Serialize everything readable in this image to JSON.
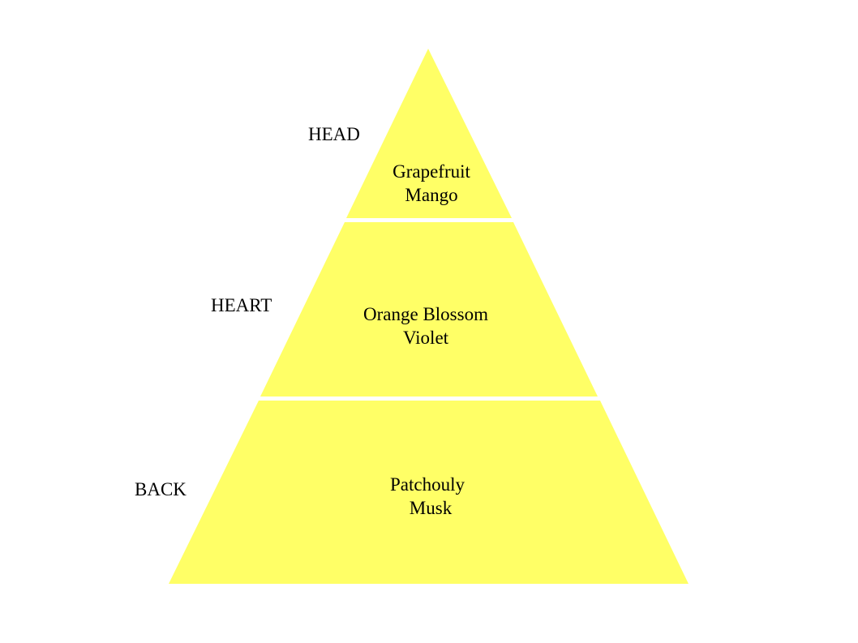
{
  "colors": {
    "tier_fill": "#FFFF66",
    "separator": "#FFFFFF",
    "text": "#000000",
    "background": "#FFFFFF"
  },
  "tiers": [
    {
      "label": "HEAD",
      "notes": [
        "Grapefruit",
        "Mango"
      ]
    },
    {
      "label": "HEART",
      "notes": [
        "Orange Blossom",
        "Violet"
      ]
    },
    {
      "label": "BACK",
      "notes": [
        "Patchouly",
        "Musk"
      ]
    }
  ]
}
